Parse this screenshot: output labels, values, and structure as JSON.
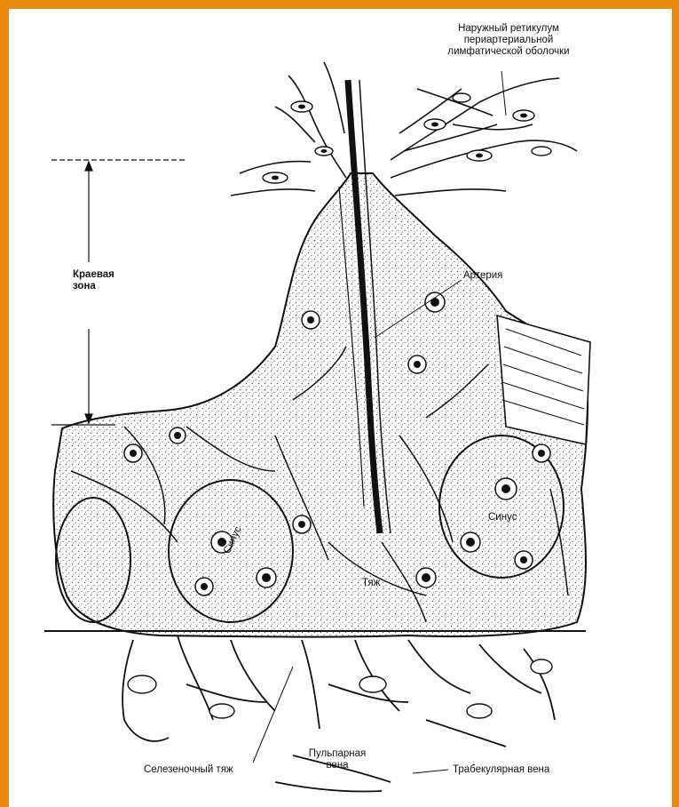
{
  "labels": {
    "outer_reticulum": "Наружный ретикулум\nпериартериальной\nлимфатической оболочки",
    "marginal_zone": "Краевая\nзона",
    "artery": "Артерия",
    "sinus_right": "Синус",
    "sinus_left": "Синус",
    "cord_center": "Тяж",
    "splenic_cord": "Селезеночный тяж",
    "pulp_vein": "Пульпарная\nвена",
    "trabecular_vein": "Трабекулярная вена"
  },
  "colors": {
    "frame_border": "#e98a0c",
    "ink": "#111111",
    "stipple": "#555555",
    "paper": "#ffffff"
  }
}
